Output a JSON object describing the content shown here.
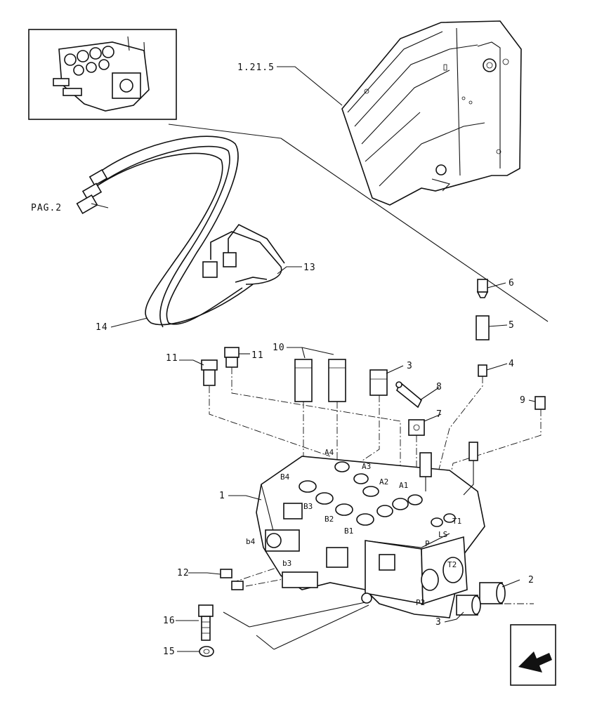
{
  "callouts": {
    "ref_1215": "1.21.5",
    "pag2": "PAG.2",
    "c1": "1",
    "c2": "2",
    "c3a": "3",
    "c3b": "3",
    "c4": "4",
    "c5": "5",
    "c6": "6",
    "c7": "7",
    "c8": "8",
    "c9": "9",
    "c10": "10",
    "c11a": "11",
    "c11b": "11",
    "c12": "12",
    "c13": "13",
    "c14": "14",
    "c15": "15",
    "c16": "16"
  },
  "ports": {
    "a1": "A1",
    "a2": "A2",
    "a3": "A3",
    "a4": "A4",
    "b1": "B1",
    "b2": "B2",
    "b3": "B3",
    "b4": "B4",
    "b3l": "b3",
    "b4l": "b4",
    "p": "P",
    "p2": "P2",
    "t1": "T1",
    "t2": "T2",
    "ls": "LS"
  },
  "icons": {
    "thumbnail": "valve-block-thumbnail",
    "nav": "next-page-arrow-icon"
  }
}
